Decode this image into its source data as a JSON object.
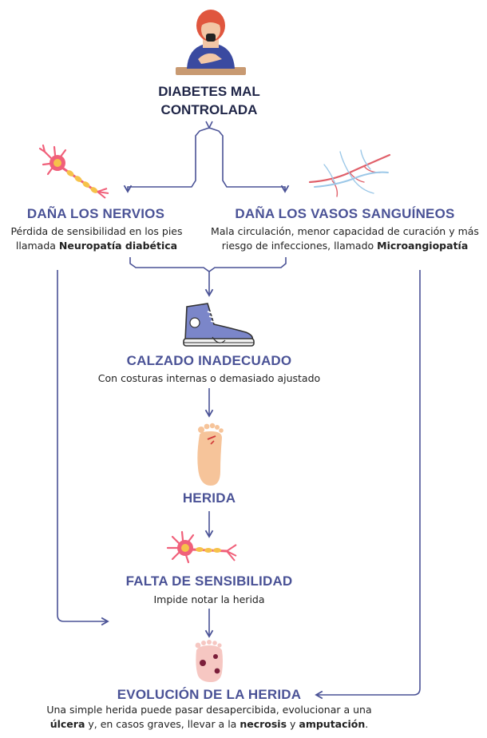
{
  "top": {
    "title_line1": "DIABETES MAL",
    "title_line2": "CONTROLADA"
  },
  "nervios": {
    "title": "DAÑA LOS NERVIOS",
    "desc_line1": "Pérdida de sensibilidad en los pies",
    "desc_line2_prefix": "llamada ",
    "desc_line2_bold": "Neuropatía diabética"
  },
  "vasos": {
    "title": "DAÑA LOS VASOS SANGUÍNEOS",
    "desc_line1": "Mala circulación, menor capacidad de curación y más",
    "desc_line2_prefix": "riesgo de infecciones, llamado ",
    "desc_line2_bold": "Microangiopatía"
  },
  "calzado": {
    "title": "CALZADO INADECUADO",
    "desc": "Con costuras internas o demasiado ajustado"
  },
  "herida": {
    "title": "HERIDA"
  },
  "sensibilidad": {
    "title": "FALTA DE SENSIBILIDAD",
    "desc": "Impide notar la herida"
  },
  "evolucion": {
    "title": "EVOLUCIÓN DE LA HERIDA",
    "desc_line1": "Una simple herida puede pasar desapercibida, evolucionar a una",
    "l2_b1": "úlcera",
    "l2_t1": " y, en casos graves, llevar a la ",
    "l2_b2": "necrosis",
    "l2_t2": " y ",
    "l2_b3": "amputación",
    "l2_t3": "."
  },
  "icons": [
    "person-at-desk-icon",
    "neuron-icon",
    "blood-vessels-icon",
    "sneaker-icon",
    "injured-foot-icon",
    "neuron-icon",
    "ulcer-foot-icon"
  ],
  "colors": {
    "heading": "#4a5296",
    "title": "#1f2547",
    "connector": "#4a5296",
    "neuron": "#f0607a",
    "vessel_red": "#e0606a",
    "vessel_blue": "#9cc8e8"
  }
}
